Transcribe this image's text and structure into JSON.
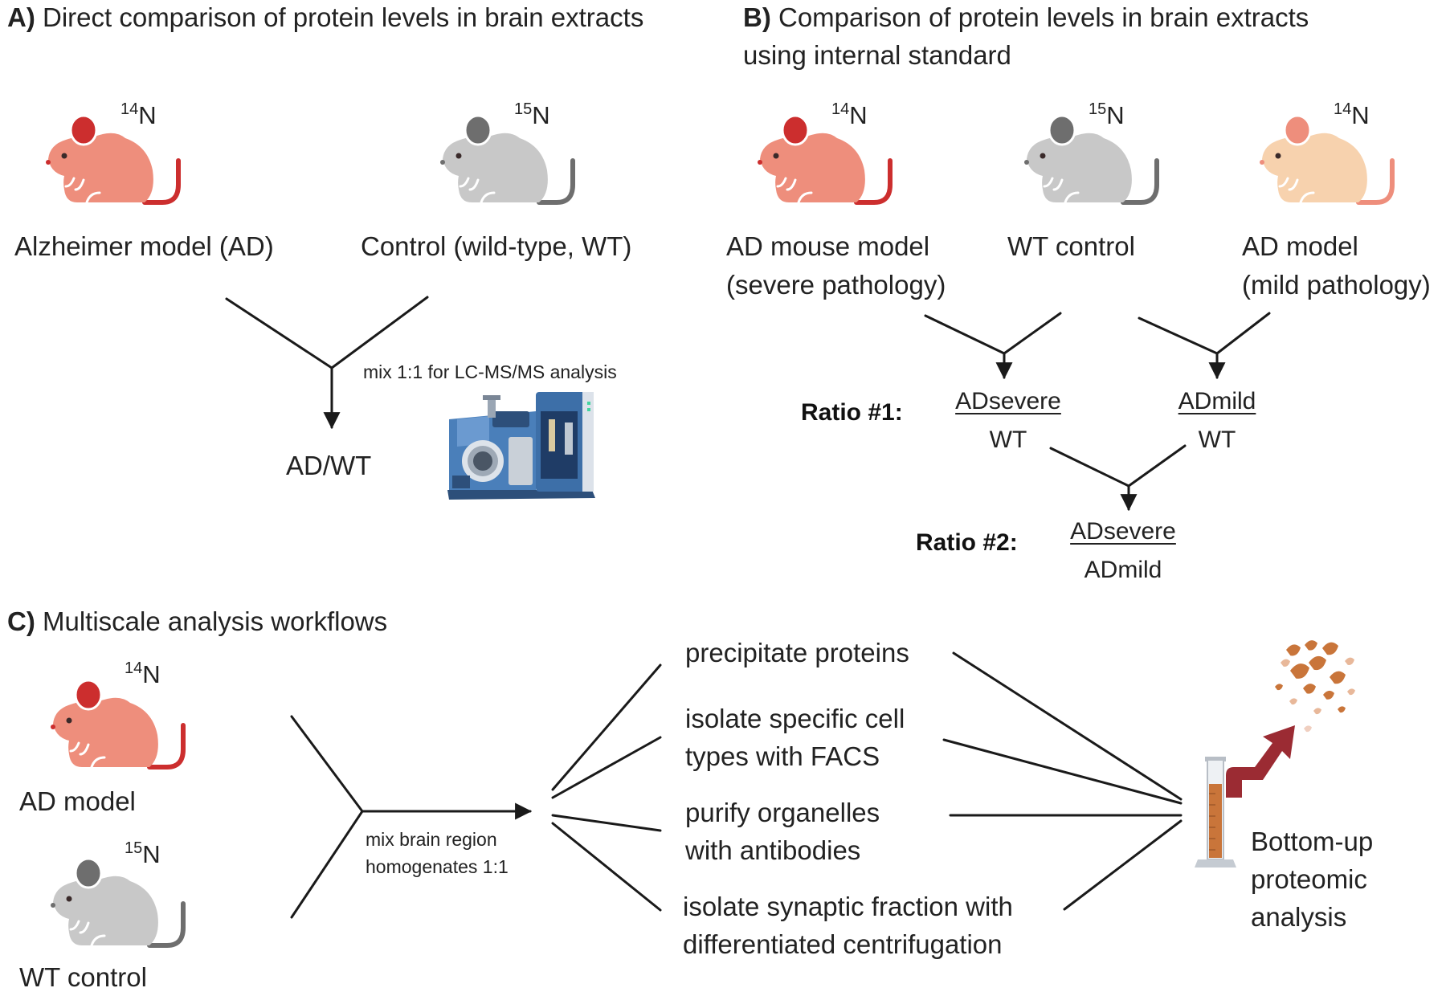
{
  "panel_a": {
    "letter": "A)",
    "title": "Direct comparison of protein levels in brain extracts",
    "mouse_left": {
      "isotope_mass": "14",
      "isotope_symbol": "N",
      "label": "Alzheimer model (AD)"
    },
    "mouse_right": {
      "isotope_mass": "15",
      "isotope_symbol": "N",
      "label": "Control (wild-type, WT)"
    },
    "mix_note": "mix 1:1 for LC-MS/MS analysis",
    "result": "AD/WT"
  },
  "panel_b": {
    "letter": "B)",
    "title_line1": "Comparison of protein levels in brain extracts",
    "title_line2": "using internal standard",
    "mouse_1": {
      "isotope_mass": "14",
      "isotope_symbol": "N",
      "label_line1": "AD mouse model",
      "label_line2": "(severe pathology)"
    },
    "mouse_2": {
      "isotope_mass": "15",
      "isotope_symbol": "N",
      "label_line1": "WT control"
    },
    "mouse_3": {
      "isotope_mass": "14",
      "isotope_symbol": "N",
      "label_line1": "AD model",
      "label_line2": "(mild pathology)"
    },
    "ratio1_label": "Ratio #1:",
    "ratio1_a_num": "ADsevere",
    "ratio1_a_den": "WT",
    "ratio1_b_num": "ADmild",
    "ratio1_b_den": "WT",
    "ratio2_label": "Ratio #2:",
    "ratio2_num": "ADsevere",
    "ratio2_den": "ADmild"
  },
  "panel_c": {
    "letter": "C)",
    "title": "Multiscale analysis workflows",
    "mouse_top": {
      "isotope_mass": "14",
      "isotope_symbol": "N",
      "label": "AD model"
    },
    "mouse_bottom": {
      "isotope_mass": "15",
      "isotope_symbol": "N",
      "label": "WT control"
    },
    "mix_line1": "mix brain region",
    "mix_line2": "homogenates 1:1",
    "workflows": [
      {
        "line1": "precipitate proteins",
        "line2": ""
      },
      {
        "line1": "isolate specific cell",
        "line2": "types with FACS"
      },
      {
        "line1": "purify organelles",
        "line2": "with antibodies"
      },
      {
        "line1": "isolate synaptic fraction with",
        "line2": "differentiated centrifugation"
      }
    ],
    "output_line1": "Bottom-up",
    "output_line2": "proteomic",
    "output_line3": "analysis"
  },
  "colors": {
    "ad_severe_body": "#EE8E7C",
    "ad_severe_ear": "#CC2E2E",
    "ad_severe_tail": "#CC2E2E",
    "wt_body": "#C8C8C8",
    "wt_ear": "#6E6E6E",
    "wt_tail": "#6E6E6E",
    "ad_mild_body": "#F7D2AE",
    "ad_mild_ear": "#EE8E7C",
    "ad_mild_tail": "#EE8E7C",
    "instrument_blue": "#3D6FA8",
    "tube_fill": "#C9753A",
    "output_arrow": "#9B2B33",
    "fragments": "#C9753A",
    "lines": "#1A1A1A"
  },
  "icons": [
    "mouse-icon",
    "mass-spectrometer-icon",
    "test-tube-icon",
    "peptide-fragments-icon"
  ]
}
